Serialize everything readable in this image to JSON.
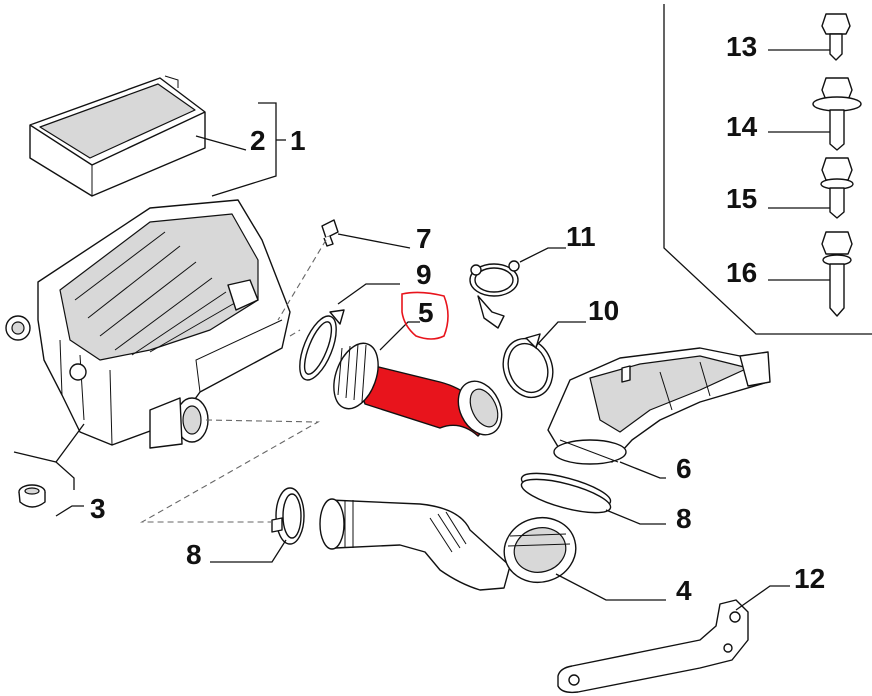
{
  "diagram": {
    "highlight_color": "#e8141c",
    "callout_color": "#e8141c",
    "labels": {
      "p1": "1",
      "p2": "2",
      "p3": "3",
      "p4": "4",
      "p5": "5",
      "p6": "6",
      "p7": "7",
      "p8a": "8",
      "p8b": "8",
      "p9": "9",
      "p10": "10",
      "p11": "11",
      "p12": "12",
      "p13": "13",
      "p14": "14",
      "p15": "15",
      "p16": "16"
    }
  }
}
